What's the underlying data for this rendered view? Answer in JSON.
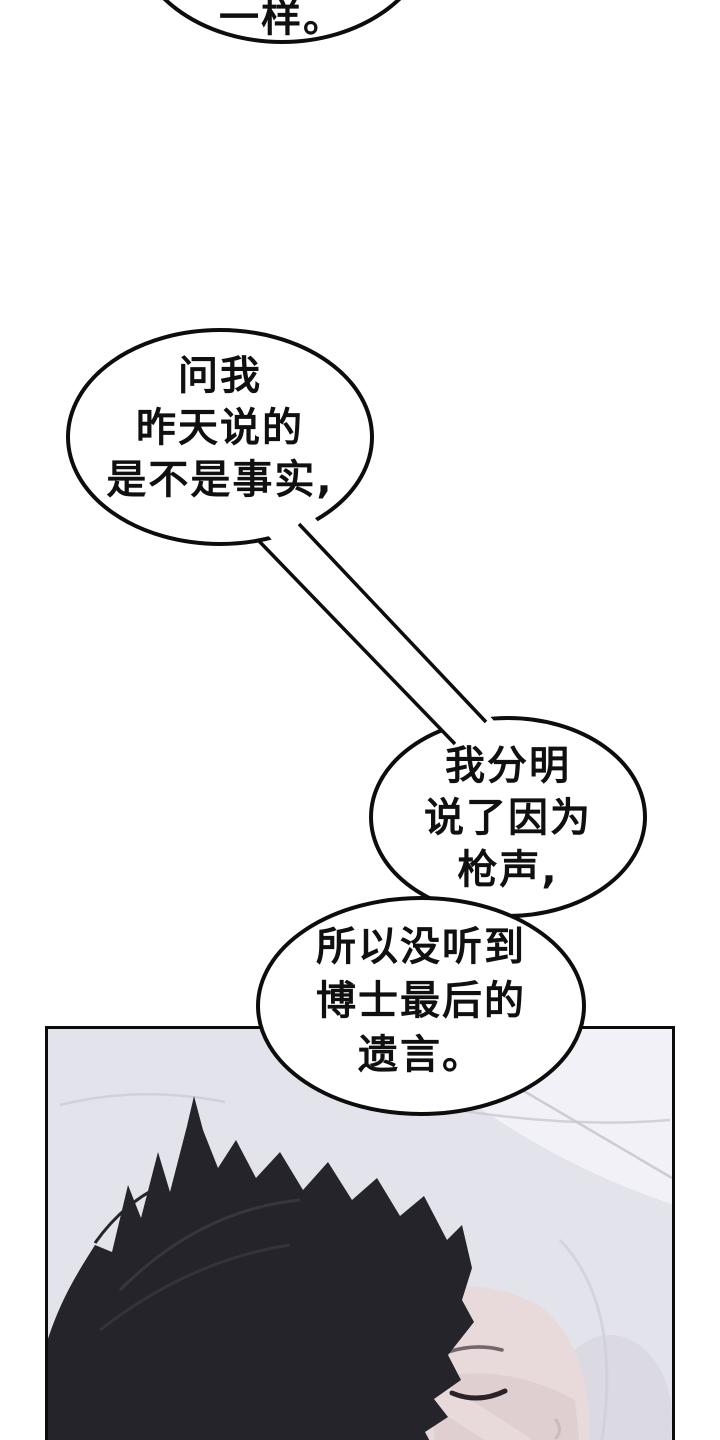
{
  "page": {
    "background": "#ffffff"
  },
  "colors": {
    "bubble_fill": "#ffffff",
    "bubble_stroke": "#0d0d0d",
    "text": "#101010",
    "panel_background": "#e3e3eb",
    "panel_highlight": "#f1f1f7",
    "panel_border": "#0b0b0b",
    "hair": "#26242b",
    "skin": "#e8dadb"
  },
  "bubbles": {
    "top": {
      "lines": [
        "一样。"
      ]
    },
    "b1": {
      "lines": [
        "问我",
        "昨天说的",
        "是不是事实,"
      ]
    },
    "b2": {
      "lines": [
        "我分明",
        "说了因为",
        "枪声,"
      ]
    },
    "b3": {
      "lines": [
        "所以没听到",
        "博士最后的",
        "遗言。"
      ]
    }
  }
}
